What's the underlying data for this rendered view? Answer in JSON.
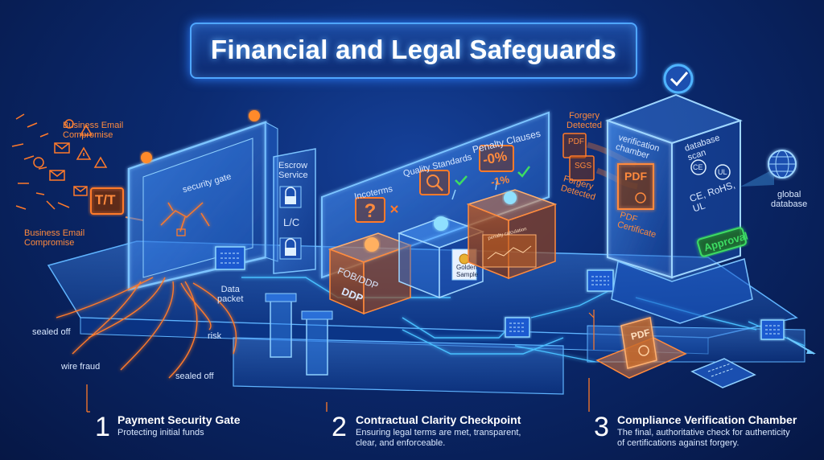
{
  "title": "Financial and Legal Safeguards",
  "labels": {
    "bec_top": "Business Email\nCompromise",
    "bec_bottom": "Business Email\nCompromise",
    "tt": "T/T",
    "security_gate": "security gate",
    "escrow": "Escrow\nService",
    "lc": "L/C",
    "data_packet": "Data\npacket",
    "risk": "risk",
    "sealed_off_1": "sealed off",
    "sealed_off_2": "sealed off",
    "wire_fraud": "wire fraud",
    "incoterms": "Incoterms",
    "quality_standards": "Quality Standards",
    "penalty_clauses": "Penalty Clauses",
    "penalty_0": "-0%",
    "penalty_1": "-1%",
    "penalty_calc": "penalty calculation",
    "fob_ddp": "FOB/DDP",
    "ddp": "DDP",
    "golden_sample": "Golden\nSample",
    "forgery_1": "Forgery\nDetected",
    "forgery_2": "Forgery\nDetected",
    "pdf_small": "PDF",
    "sgs": "SGS",
    "verification_chamber": "verification\nchamber",
    "pdf_big": "PDF",
    "pdf_certificate": "PDF\nCertificate",
    "database_scan": "database\nscan",
    "ce": "CE",
    "ul": "UL",
    "ce_rohs_ul": "CE, RoHS,\nUL",
    "approval": "Approval",
    "global_database": "global\ndatabase",
    "pdf_bottom": "PDF"
  },
  "sections": [
    {
      "number": "1",
      "title": "Payment Security Gate",
      "desc": "Protecting initial funds"
    },
    {
      "number": "2",
      "title": "Contractual Clarity Checkpoint",
      "desc": "Ensuring legal terms are met, transparent,\nclear, and enforceable."
    },
    {
      "number": "3",
      "title": "Compliance Verification Chamber",
      "desc": "The final, authoritative check for authenticity\nof certifications against forgery."
    }
  ],
  "colors": {
    "orange": "#ff7a2a",
    "cyan": "#3fb8ff",
    "green": "#3ddc63",
    "background": "#0b2a70"
  }
}
